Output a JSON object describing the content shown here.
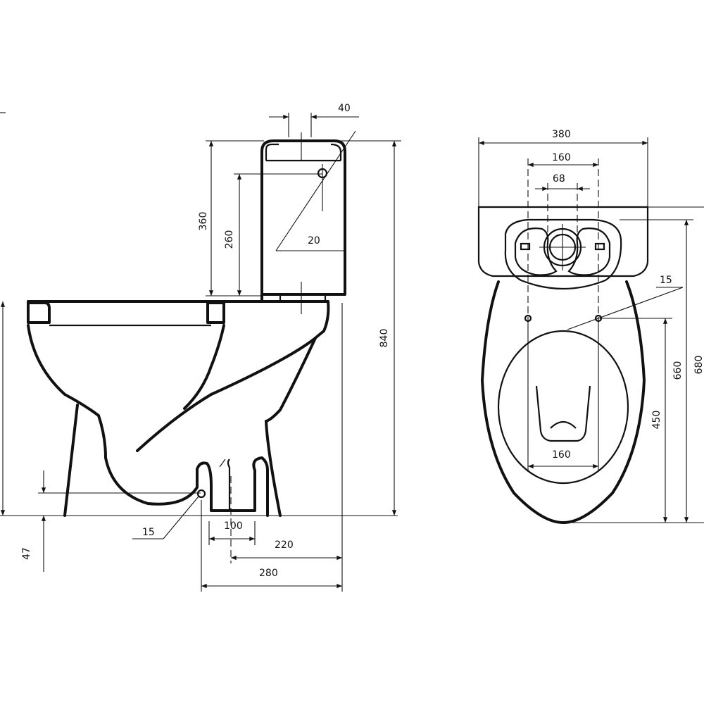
{
  "side_view": {
    "tank_height": "360",
    "inlet_height": "260",
    "flush_width": "40",
    "inlet_diameter": "20",
    "total_height": "840",
    "floor_fixing_diameter": "15",
    "outlet_width": "100",
    "outlet_from_wall_near": "220",
    "outlet_from_wall_far": "280",
    "outlet_height": "47"
  },
  "top_view": {
    "tank_width": "380",
    "fixing_spacing_top": "160",
    "flush_spacing": "68",
    "fixing_diameter": "15",
    "bowl_length": "660",
    "overall_length": "680",
    "fixing_to_front": "450",
    "outlet_width": "160"
  }
}
